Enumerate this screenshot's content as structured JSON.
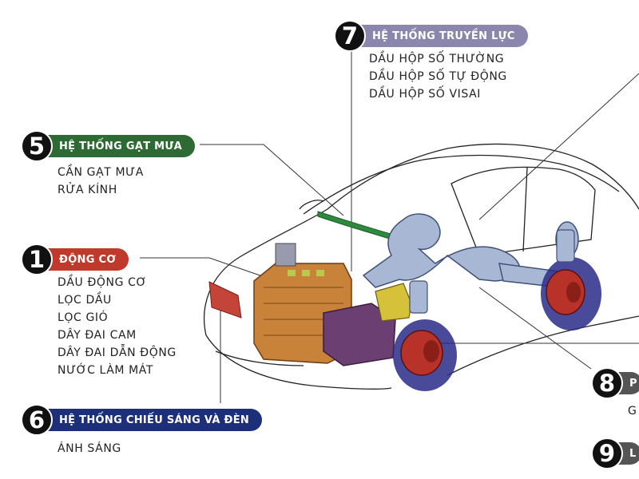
{
  "colors": {
    "engine": "#c0392b",
    "wiper": "#2e6b34",
    "lighting": "#1e2f7a",
    "transmission": "#8a86ad",
    "section8": "#555555",
    "section9": "#555555"
  },
  "sections": {
    "engine": {
      "number": "1",
      "title": "ĐỘNG CƠ",
      "items": [
        "DẦU ĐỘNG CƠ",
        "LỌC DẦU",
        "LỌC GIÓ",
        "DÂY ĐAI CAM",
        "DÂY ĐAI DẪN ĐỘNG",
        "NƯỚC LÀM MÁT"
      ]
    },
    "wiper": {
      "number": "5",
      "title": "HỆ THỐNG GẠT MƯA",
      "items": [
        "CẦN GẠT MƯA",
        "RỬA KÍNH"
      ]
    },
    "lighting": {
      "number": "6",
      "title": "HỆ THỐNG CHIẾU SÁNG VÀ ĐÈN",
      "items": [
        "ÁNH SÁNG"
      ]
    },
    "transmission": {
      "number": "7",
      "title": "HỆ THỐNG TRUYỀN LỰC",
      "items": [
        "DẦU HỘP SỐ THƯỜNG",
        "DẦU HỘP SỐ TỰ ĐỘNG",
        "DẦU HỘP SỐ VISAI"
      ]
    },
    "section8": {
      "number": "8",
      "title": "P",
      "items": [
        "G"
      ]
    },
    "section9": {
      "number": "9",
      "title": "L"
    }
  }
}
